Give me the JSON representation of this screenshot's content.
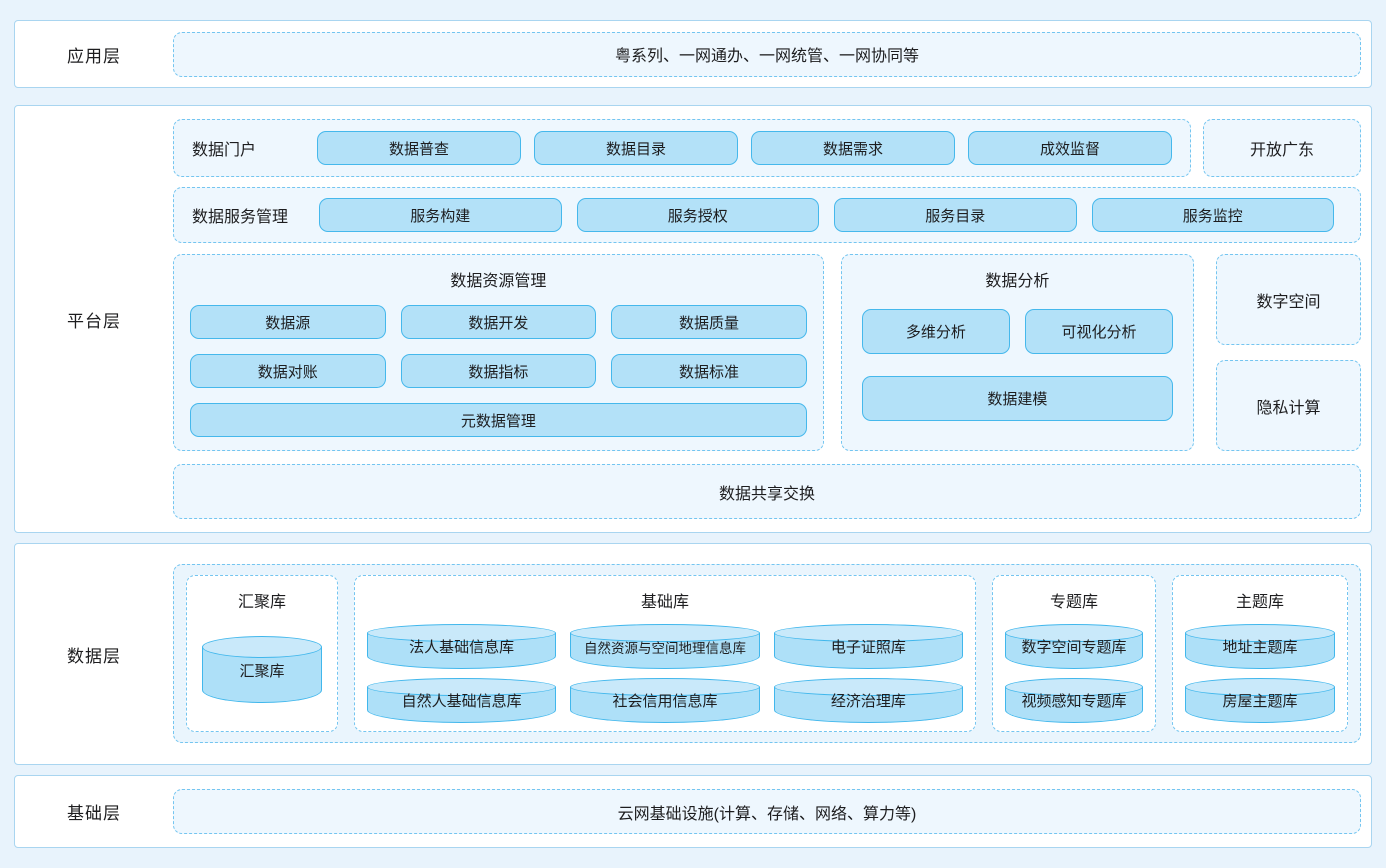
{
  "layers": [
    {
      "label": "应用层",
      "content": "粤系列、一网通办、一网统管、一网协同等"
    },
    {
      "label": "平台层"
    },
    {
      "label": "数据层"
    },
    {
      "label": "基础层",
      "content": "云网基础设施(计算、存储、网络、算力等)"
    }
  ],
  "platform": {
    "portal": {
      "label": "数据门户",
      "buttons": [
        "数据普查",
        "数据目录",
        "数据需求",
        "成效监督"
      ],
      "side_box": "开放广东"
    },
    "service": {
      "label": "数据服务管理",
      "buttons": [
        "服务构建",
        "服务授权",
        "服务目录",
        "服务监控"
      ]
    },
    "resource": {
      "title": "数据资源管理",
      "buttons": [
        "数据源",
        "数据开发",
        "数据质量",
        "数据对账",
        "数据指标",
        "数据标准"
      ],
      "wide_button": "元数据管理"
    },
    "analysis": {
      "title": "数据分析",
      "buttons": [
        "多维分析",
        "可视化分析"
      ],
      "wide_button": "数据建模"
    },
    "side_boxes": [
      "数字空间",
      "隐私计算"
    ],
    "share": "数据共享交换"
  },
  "data_layer": {
    "groups": [
      {
        "title": "汇聚库",
        "databases": [
          "汇聚库"
        ]
      },
      {
        "title": "基础库",
        "databases": [
          "法人基础信息库",
          "自然资源与空间地理信息库",
          "电子证照库",
          "自然人基础信息库",
          "社会信用信息库",
          "经济治理库"
        ]
      },
      {
        "title": "专题库",
        "databases": [
          "数字空间专题库",
          "视频感知专题库"
        ]
      },
      {
        "title": "主题库",
        "databases": [
          "地址主题库",
          "房屋主题库"
        ]
      }
    ]
  },
  "colors": {
    "page_bg": "#e8f3fc",
    "band_bg": "#ffffff",
    "band_border": "#a9d5f0",
    "dashed_fill": "#eef7fe",
    "dashed_border": "#74c5f0",
    "button_fill": "#b3e1f8",
    "button_border": "#45b8ec",
    "cylinder_body": "#aee0f8",
    "cylinder_top": "#c9e9fa",
    "cylinder_border": "#41b7ec",
    "text": "#1d1d1f"
  }
}
